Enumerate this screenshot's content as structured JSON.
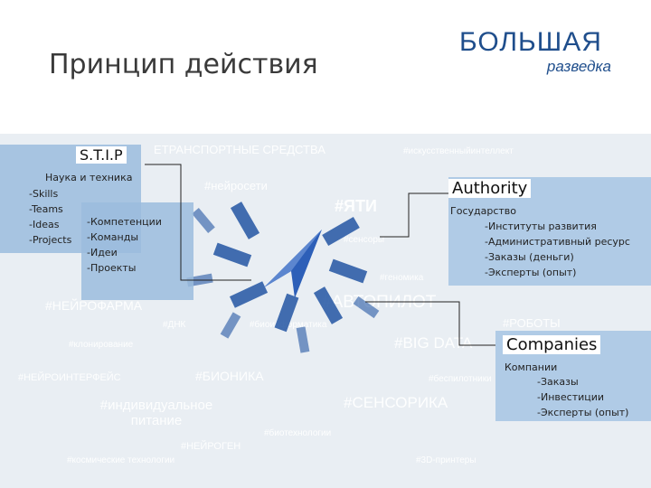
{
  "slide": {
    "title": "Принцип действия",
    "logo": {
      "line1": "БОЛЬШАЯ",
      "line2": "разведка"
    }
  },
  "tag_cloud": [
    "ЕТРАНСПОРТНЫЕ СРЕДСТВА",
    "#искусственныйинтеллект",
    "#нейросети",
    "#НЕЙРОФАРМА",
    "#АВТОПИЛОТ",
    "#РОБОТЫ",
    "#BIG DATA",
    "#БИОНИКА",
    "#СЕНСОРИКА",
    "#НЕЙРОИНТЕРФЕЙС",
    "#индивидуальное питание",
    "#НЕЙРОГЕН",
    "#космические технологии",
    "#3D-принтеры",
    "#ДНК",
    "#биоинформатика",
    "#сенсоры",
    "#геномика",
    "#клонирование",
    "#беспилотники",
    "#ЯТИ",
    "#биотехнологии"
  ],
  "stip": {
    "heading": "S.T.I.P",
    "science_title": "Наука и техника",
    "science_items": [
      "-Skills",
      "-Teams",
      "-Ideas",
      "-Projects"
    ],
    "competence_items": [
      "-Компетенции",
      "-Команды",
      "-Идеи",
      "-Проекты"
    ]
  },
  "authority": {
    "heading": "Authority",
    "title": "Государство",
    "items": [
      "-Институты развития",
      "-Административный ресурс",
      "-Заказы (деньги)",
      "-Эксперты (опыт)"
    ]
  },
  "companies": {
    "heading": "Companies",
    "title": "Компании",
    "items": [
      "-Заказы",
      "-Инвестиции",
      "-Эксперты (опыт)"
    ]
  },
  "colors": {
    "band": "#e9eef3",
    "box_blue": "#9bbcdd",
    "arrow_blue": "#2f5fa8",
    "logo_blue": "#1f4e8c"
  }
}
